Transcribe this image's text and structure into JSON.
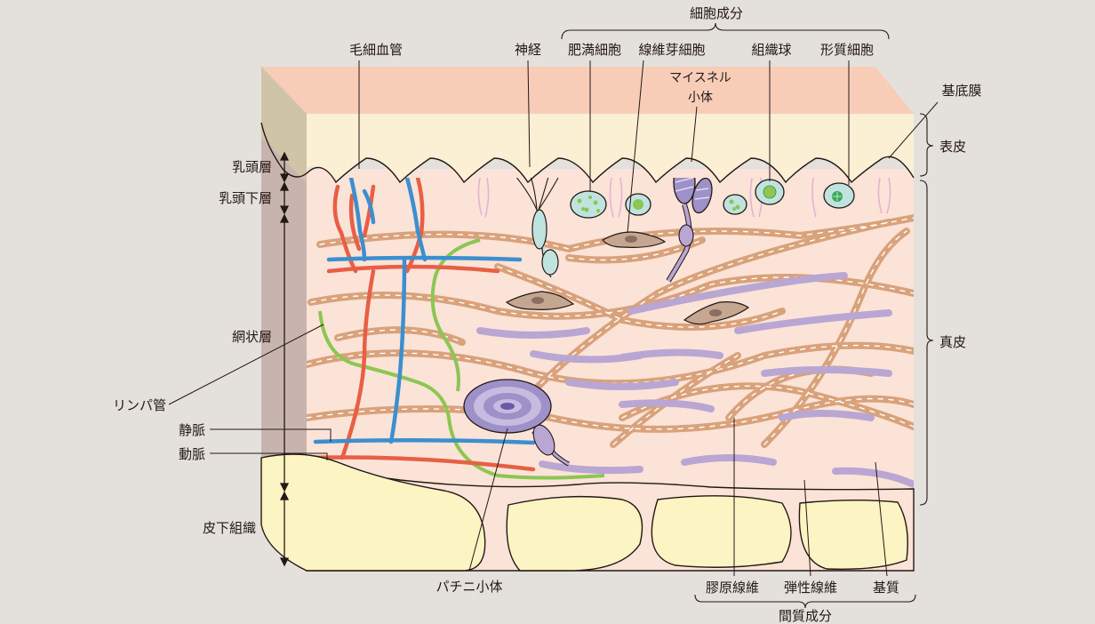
{
  "labels": {
    "cell_components": "細胞成分",
    "capillary": "毛細血管",
    "nerve": "神経",
    "mast_cell": "肥満細胞",
    "fibroblast": "線維芽細胞",
    "histiocyte": "組織球",
    "plasma_cell": "形質細胞",
    "meissner_line1": "マイスネル",
    "meissner_line2": "小体",
    "basement_membrane": "基底膜",
    "epidermis": "表皮",
    "dermis": "真皮",
    "papillary_layer": "乳頭層",
    "subpapillary_layer": "乳頭下層",
    "reticular_layer": "網状層",
    "lymph_vessel": "リンパ管",
    "vein": "静脈",
    "artery": "動脈",
    "subcutaneous_tissue": "皮下組織",
    "pacinian_corpuscle": "パチニ小体",
    "collagen_fiber": "膠原線維",
    "elastic_fiber": "弾性線維",
    "ground_substance": "基質",
    "stromal_components": "間質成分"
  },
  "colors": {
    "background": "#e4e0dc",
    "epidermis_top": "#f8cdb8",
    "epidermis": "#fbefd4",
    "dermis": "#fbe3d7",
    "side_face": "#c8b4ae",
    "subcutaneous": "#fcf4c2",
    "artery": "#e85f45",
    "vein": "#3c8fcf",
    "lymph": "#8cc653",
    "collagen": "#d9a27b",
    "elastic": "#b9a6d2",
    "nerve": "#bfe3df"
  }
}
